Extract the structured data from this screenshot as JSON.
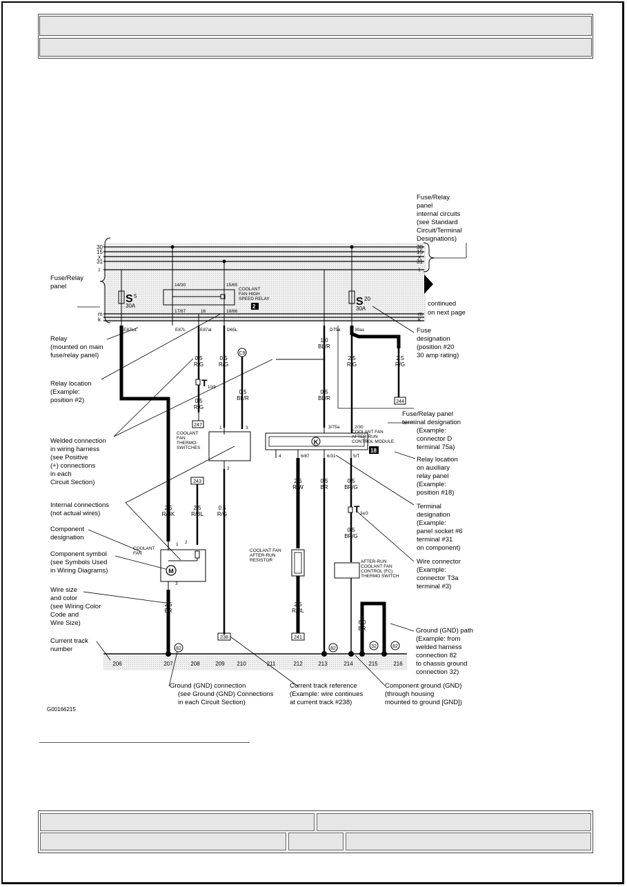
{
  "header": {
    "row1": "",
    "row2": ""
  },
  "footer": {
    "c1": "",
    "c2": "",
    "c3": "",
    "c4": "",
    "c5": ""
  },
  "bus_labels": [
    "30",
    "15",
    "x",
    "31",
    "l"
  ],
  "bus_labels_bottom": [
    "m",
    "k"
  ],
  "fuses": [
    {
      "symbol": "S",
      "sub": "5",
      "rating": "30A"
    },
    {
      "symbol": "S",
      "sub": "20",
      "rating": "30A"
    }
  ],
  "relay": {
    "title_lines": [
      "COOLANT",
      "FAN HIGH",
      "SPEED RELAY"
    ],
    "position": "2",
    "terms": [
      "14/30",
      "15/65",
      "17/87",
      "16",
      "18/86"
    ]
  },
  "panel_terms": [
    "E87La",
    "E87L",
    "E87al",
    "D65L",
    "D75a",
    "30as"
  ],
  "wires": [
    {
      "size": "0.5",
      "color": "R/G"
    },
    {
      "size": "0.5",
      "color": "R/G"
    },
    {
      "size": "0.5",
      "color": "BL/R"
    },
    {
      "size": "1.0",
      "color": "BL/R"
    },
    {
      "size": "0.5",
      "color": "BL/R"
    },
    {
      "size": "2.5",
      "color": "R/G"
    },
    {
      "size": "2.5",
      "color": "R/G"
    },
    {
      "size": "0.5",
      "color": "R/G"
    },
    {
      "size": "2.5",
      "color": "R/BK"
    },
    {
      "size": "2.5",
      "color": "R/BL"
    },
    {
      "size": "0.5",
      "color": "R/G"
    },
    {
      "size": "2.5",
      "color": "R/W"
    },
    {
      "size": "0.5",
      "color": "BR"
    },
    {
      "size": "0.5",
      "color": "BR/G"
    },
    {
      "size": "0.5",
      "color": "BR/G"
    },
    {
      "size": "2.5",
      "color": "BR"
    },
    {
      "size": "2.5",
      "color": "R/BL"
    },
    {
      "size": "6.0",
      "color": "BR"
    }
  ],
  "connectors": {
    "t10": "T",
    "t10_sub": "10/9",
    "t3a": "T",
    "t3a_sub": "3a/3",
    "c9": "C9"
  },
  "track_refs": [
    "247",
    "243",
    "244",
    "238",
    "241"
  ],
  "module": {
    "letter": "K",
    "lines": [
      "COOLANT FAN",
      "AFTER-RUN",
      "CONTROL MODULE"
    ],
    "position": "18",
    "pins": [
      "3/75a",
      "2/30",
      "4",
      "6/87",
      "6/31",
      "5/T"
    ]
  },
  "thermo_switches": {
    "lines": [
      "COOLANT",
      "FAN",
      "THERMO-",
      "SWITCHES"
    ],
    "pins": [
      "1",
      "3",
      "2"
    ]
  },
  "fan": {
    "lines": [
      "COOLANT",
      "FAN"
    ],
    "symbol": "M",
    "pins": [
      "1",
      "2",
      "3"
    ]
  },
  "resistor": {
    "lines": [
      "COOLANT FAN",
      "AFTER-RUN",
      "RESISTOR"
    ]
  },
  "fc_switch": {
    "lines": [
      "AFTER-RUN",
      "COOLANT FAN",
      "CONTROL (FC)",
      "THERMO SWITCH"
    ]
  },
  "ground_labels": [
    "82",
    "82",
    "32",
    "82"
  ],
  "tracks": [
    "206",
    "207",
    "208",
    "209",
    "210",
    "211",
    "212",
    "213",
    "214",
    "215",
    "216"
  ],
  "annotations": {
    "fuse_relay_internal": [
      "Fuse/Relay",
      "panel",
      "internal circuits",
      "(see Standard",
      "Circuit/Terminal",
      "Designations)"
    ],
    "fuse_relay_panel": [
      "Fuse/Relay",
      "panel"
    ],
    "continued": [
      "continued",
      "on next page"
    ],
    "fuse_designation": [
      "Fuse",
      "designation",
      "(position #20",
      "30 amp rating)"
    ],
    "relay": [
      "Relay",
      "(mounted on main",
      "fuse/relay panel)"
    ],
    "relay_location": [
      "Relay location",
      "(Example:",
      "position #2)"
    ],
    "panel_terminal": [
      "Fuse/Relay panel",
      "terminal designation",
      "(Example:",
      "connector D",
      "terminal 75a)"
    ],
    "welded": [
      "Welded connection",
      "in wiring harness",
      "(see Positive",
      "(+) connections",
      "in each",
      "Circuit Section)"
    ],
    "relay_aux": [
      "Relay location",
      "on auxiliary",
      "relay panel",
      "(Example:",
      "position #18)"
    ],
    "internal": [
      "Internal connections",
      "(not actual wires)"
    ],
    "terminal": [
      "Terminal",
      "designation",
      "(Example:",
      "panel socket #6",
      "terminal #31",
      "on component)"
    ],
    "component_designation": [
      "Component",
      "designation"
    ],
    "component_symbol": [
      "Component symbol",
      "(see Symbols Used",
      "in Wiring Diagrams)"
    ],
    "wire_connector": [
      "Wire connector",
      "(Example:",
      "connector T3a",
      "terminal #3)"
    ],
    "wire_size": [
      "Wire size",
      "and color",
      "(see Wiring Color",
      "Code and",
      "Wire Size)"
    ],
    "gnd_path": [
      "Ground (GND) path",
      "(Example:  from",
      "welded harness",
      "connection 82",
      "to chassis ground",
      "connection 32)"
    ],
    "current_track": [
      "Current track",
      "number"
    ],
    "comp_ground": [
      "Component ground (GND)",
      "(through housing",
      "mounted to ground [GND])"
    ],
    "gnd_connection": [
      "Ground (GND) connection",
      "(see Ground (GND) Connections",
      "in each Circuit Section)"
    ],
    "track_ref": [
      "Current track reference",
      "(Example:  wire continues",
      "at current track #238)"
    ]
  },
  "figure_id": "G00166215"
}
